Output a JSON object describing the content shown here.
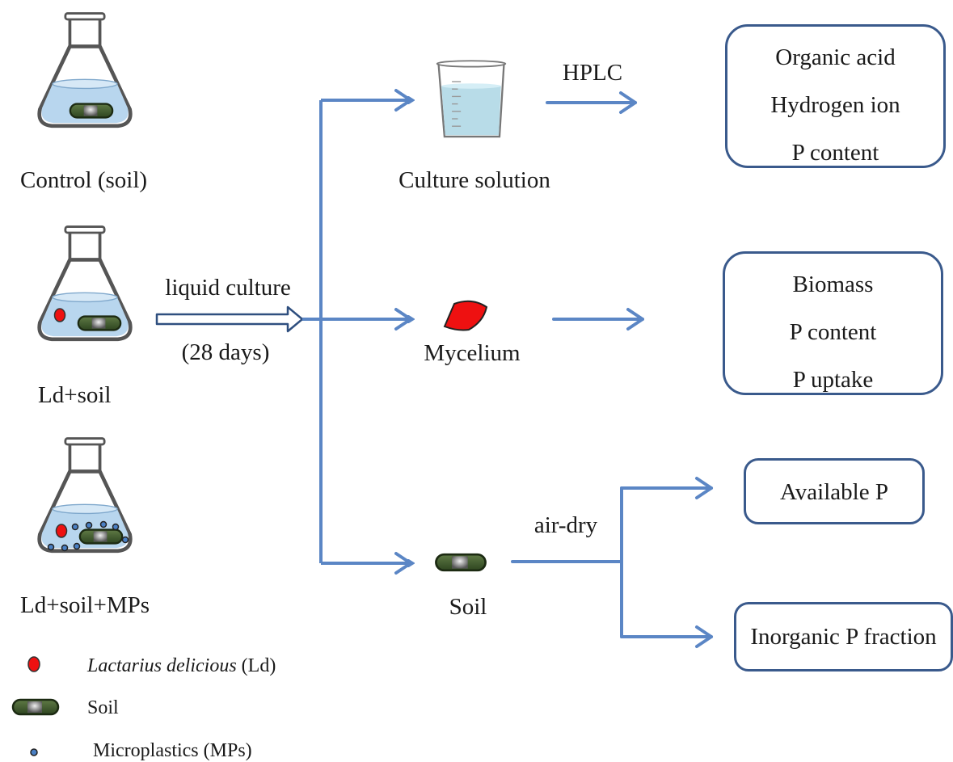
{
  "treatments": [
    {
      "label": "Control (soil)"
    },
    {
      "label": "Ld+soil"
    },
    {
      "label": "Ld+soil+MPs"
    }
  ],
  "process": {
    "label_top": "liquid culture",
    "label_bottom": "(28 days)"
  },
  "outputs": {
    "culture_solution": "Culture solution",
    "mycelium": "Mycelium",
    "soil": "Soil"
  },
  "methods": {
    "hplc": "HPLC",
    "air_dry": "air-dry"
  },
  "result_boxes": {
    "solution": [
      "Organic acid",
      "Hydrogen ion",
      "P content"
    ],
    "mycelium": [
      "Biomass",
      "P content",
      "P uptake"
    ],
    "soil_available": "Available P",
    "soil_inorganic": "Inorganic P fraction"
  },
  "legend": {
    "ld_species": "Lactarius delicious",
    "ld_abbrev": " (Ld)",
    "soil": "Soil",
    "mps": "Microplastics (MPs)"
  },
  "colors": {
    "arrow_blue": "#5b86c5",
    "box_border": "#3a5a8c",
    "fungus_red": "#ee1111",
    "soil_green": "#3f5a2a",
    "liquid_blue": "#b8d6ee",
    "flask_gray": "#555555"
  }
}
